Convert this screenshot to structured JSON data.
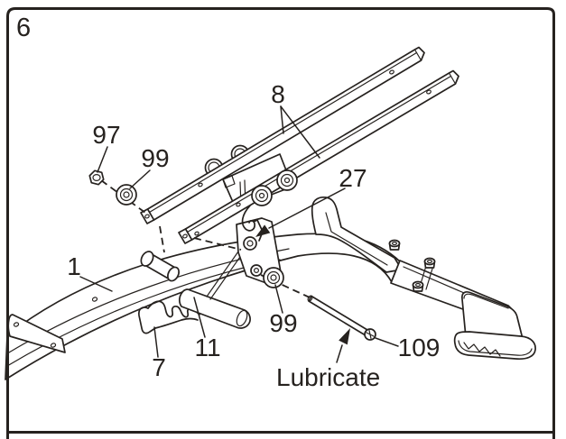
{
  "figure": {
    "step_number": "6",
    "annotation": "Lubricate",
    "colors": {
      "line": "#26221f",
      "paper": "#ffffff"
    },
    "callouts": [
      {
        "label": "97",
        "part": "hex-nut"
      },
      {
        "label": "99",
        "part": "washer-upper-left"
      },
      {
        "label": "8",
        "part": "carriage-rails"
      },
      {
        "label": "27",
        "part": "pivot-bracket"
      },
      {
        "label": "1",
        "part": "curved-base-rail"
      },
      {
        "label": "7",
        "part": "foot-bracket"
      },
      {
        "label": "11",
        "part": "roller-pad"
      },
      {
        "label": "99",
        "part": "washer-lower-right"
      },
      {
        "label": "109",
        "part": "lubricate-bolt"
      }
    ]
  }
}
